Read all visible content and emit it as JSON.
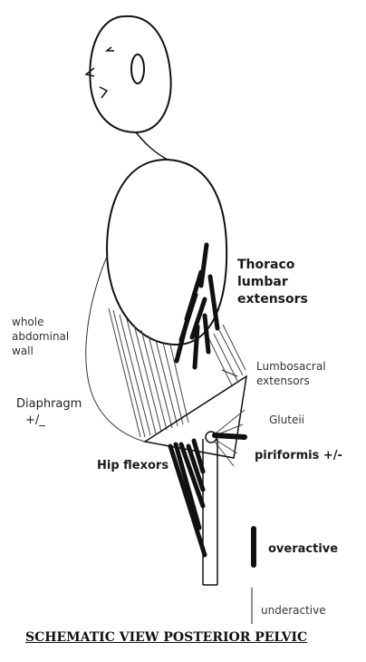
{
  "labels": {
    "thoraco_lumbar": [
      "Thoraco",
      "lumbar",
      "extensors"
    ],
    "whole_abdominal_wall": [
      "whole",
      "abdominal",
      "wall"
    ],
    "lumbosacral_extensors": [
      "Lumbosacral",
      "extensors"
    ],
    "gluteii": "Gluteii",
    "diaphragm": [
      "Diaphragm",
      "+/_"
    ],
    "hip_flexors": "Hip flexors",
    "piriformis": "piriformis +/-",
    "overactive": "overactive",
    "underactive": "underactive"
  },
  "caption": "SCHEMATIC VIEW POSTERIOR PELVIC",
  "colors": {
    "ink": "#111111",
    "thin_line": "#444444",
    "background": "#ffffff"
  }
}
